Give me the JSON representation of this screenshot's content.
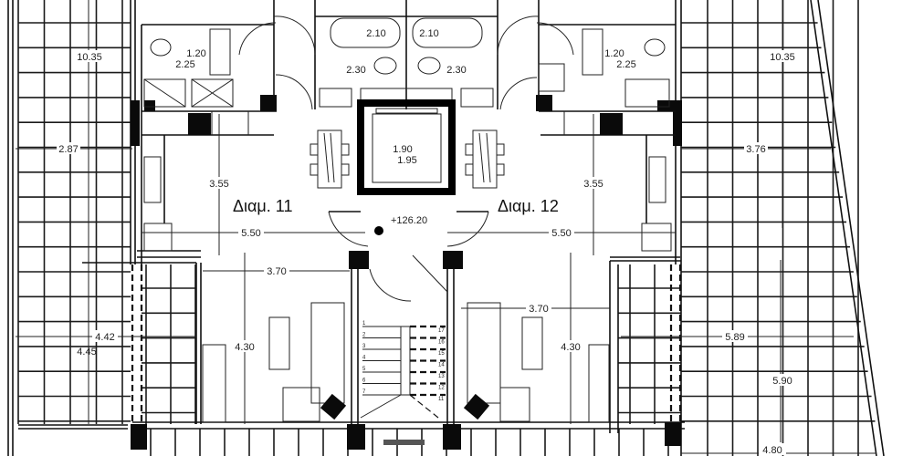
{
  "apartments": [
    {
      "label": "Διαμ. 11"
    },
    {
      "label": "Διαμ. 12"
    }
  ],
  "level": "+126.20",
  "dimensions": {
    "left_terrace_length": "10.35",
    "right_terrace_length": "10.35",
    "left_terrace_width": "2.87",
    "right_terrace_width": "3.76",
    "left_bath_w": "1.20",
    "left_bath_l": "2.25",
    "right_bath_w": "1.20",
    "right_bath_l": "2.25",
    "center_bath_left_tub": "2.10",
    "center_bath_right_tub": "2.10",
    "center_bath_left": "2.30",
    "center_bath_right": "2.30",
    "elevator_w": "1.90",
    "elevator_l": "1.95",
    "left_kitchen_depth": "3.55",
    "right_kitchen_depth": "3.55",
    "left_apartment_width": "5.50",
    "right_apartment_width": "5.50",
    "left_living_width": "3.70",
    "right_living_width": "3.70",
    "left_living_depth": "4.30",
    "right_living_depth": "4.30",
    "left_lower_terrace_a": "4.42",
    "left_lower_terrace_b": "4.45",
    "right_lower_terrace_width": "5.89",
    "right_lower_terrace_depth": "5.90",
    "bottom_right": "4.80"
  },
  "stairs": {
    "up_steps": [
      "1",
      "2",
      "3",
      "4",
      "5",
      "6",
      "7"
    ],
    "down_steps": [
      "17",
      "16",
      "15",
      "14",
      "13",
      "12",
      "11"
    ]
  }
}
